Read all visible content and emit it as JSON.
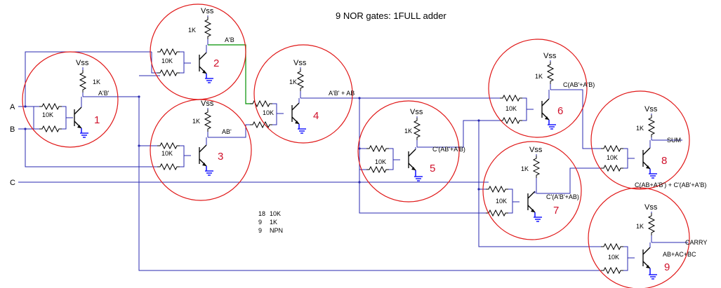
{
  "title": "9 NOR gates: 1FULL adder",
  "inputs": [
    "A",
    "B",
    "C"
  ],
  "supply_label": "Vss",
  "resistor_1k": "1K",
  "resistor_10k": "10K",
  "gates": [
    {
      "number": "1",
      "output": "A'B'"
    },
    {
      "number": "2",
      "output": "A'B"
    },
    {
      "number": "3",
      "output": "AB'"
    },
    {
      "number": "4",
      "output": "A'B' + AB"
    },
    {
      "number": "5",
      "output": "C'(AB'+A'B)"
    },
    {
      "number": "6",
      "output": "C(AB'+A'B)"
    },
    {
      "number": "7",
      "output": "C'(A'B'+AB)"
    },
    {
      "number": "8",
      "output": "SUM",
      "note": "C(AB+A'B') + C'(AB'+A'B)"
    },
    {
      "number": "9",
      "output": "CARRY",
      "note": "AB+AC+BC"
    }
  ],
  "bom": [
    {
      "qty": "18",
      "part": "10K"
    },
    {
      "qty": "9",
      "part": "1K"
    },
    {
      "qty": "9",
      "part": "NPN"
    }
  ],
  "colors": {
    "wire": "#2a2ab0",
    "ring": "#e01818",
    "number": "#d0102a",
    "ground": "#1a1aff",
    "highlight_wire": "#009000"
  }
}
